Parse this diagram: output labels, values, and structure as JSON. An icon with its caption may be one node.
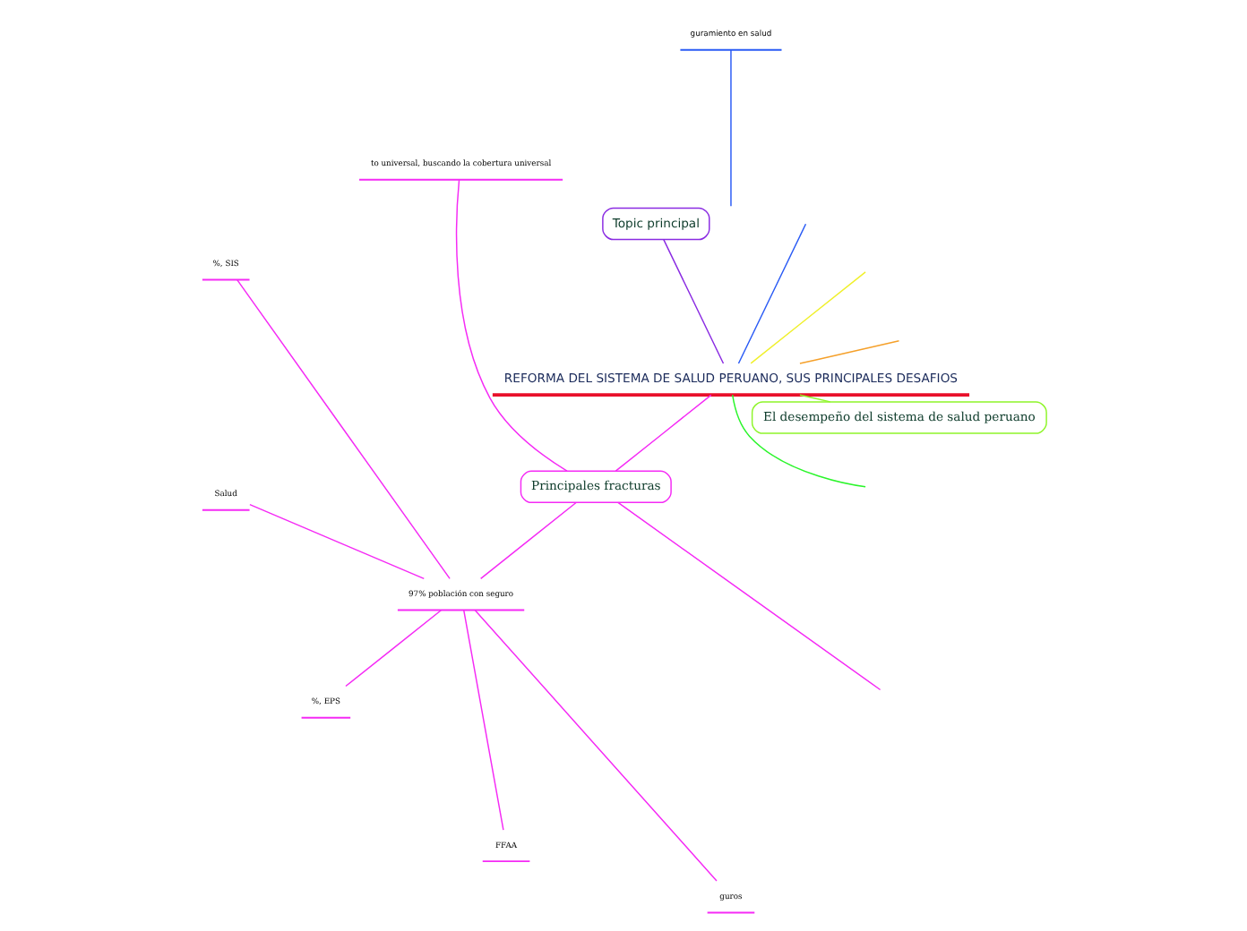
{
  "diagram": {
    "nodes": [
      {
        "text": [
          "REFORMA DEL SISTEMA DE SALUD PERUANO, SUS PRINCIPALES DESAFIOS"
        ]
      },
      {
        "text": [
          "Topic principal"
        ]
      },
      {
        "text": [
          "El desempeño del sistema de salud peruano"
        ]
      },
      {
        "text": [
          "Principales fracturas"
        ]
      },
      {
        "text": [
          "guramiento en salud"
        ]
      },
      {
        "text": [
          "to universal, buscando la cobertura universal"
        ]
      },
      {
        "text": [
          "97% población con seguro"
        ]
      },
      {
        "text": [
          "%, SIS"
        ]
      },
      {
        "text": [
          "Salud"
        ]
      },
      {
        "text": [
          "%, EPS"
        ]
      },
      {
        "text": [
          "FFAA"
        ]
      },
      {
        "text": [
          "guros"
        ]
      }
    ],
    "edges": [
      {
        "from": 0,
        "to": 1,
        "arrow": "none",
        "color": "#8a2be2"
      },
      {
        "from": 0,
        "to": null,
        "arrow": "none",
        "color": "#2af52a"
      },
      {
        "from": 0,
        "to": null,
        "arrow": "none",
        "color": "#2a5bf5"
      },
      {
        "from": 0,
        "to": null,
        "arrow": "none",
        "color": "#f0f02a"
      },
      {
        "from": 0,
        "to": 2,
        "arrow": "none",
        "color": "#8ef52a"
      },
      {
        "from": 0,
        "to": null,
        "arrow": "none",
        "color": "#f5a02a"
      },
      {
        "from": 0,
        "to": 3,
        "arrow": "none",
        "color": "#f52af5"
      },
      {
        "from": null,
        "to": 4,
        "arrow": "none",
        "color": "#2a5bf5"
      },
      {
        "from": 3,
        "to": 5,
        "arrow": "none",
        "color": "#f52af5"
      },
      {
        "from": 3,
        "to": 6,
        "arrow": "none",
        "color": "#f52af5"
      },
      {
        "from": 3,
        "to": null,
        "arrow": "none",
        "color": "#f52af5"
      },
      {
        "from": 6,
        "to": 7,
        "arrow": "none",
        "color": "#f52af5"
      },
      {
        "from": 6,
        "to": 8,
        "arrow": "none",
        "color": "#f52af5"
      },
      {
        "from": 6,
        "to": 9,
        "arrow": "none",
        "color": "#f52af5"
      },
      {
        "from": 6,
        "to": 10,
        "arrow": "none",
        "color": "#f52af5"
      },
      {
        "from": 6,
        "to": 11,
        "arrow": "none",
        "color": "#f52af5"
      }
    ]
  }
}
